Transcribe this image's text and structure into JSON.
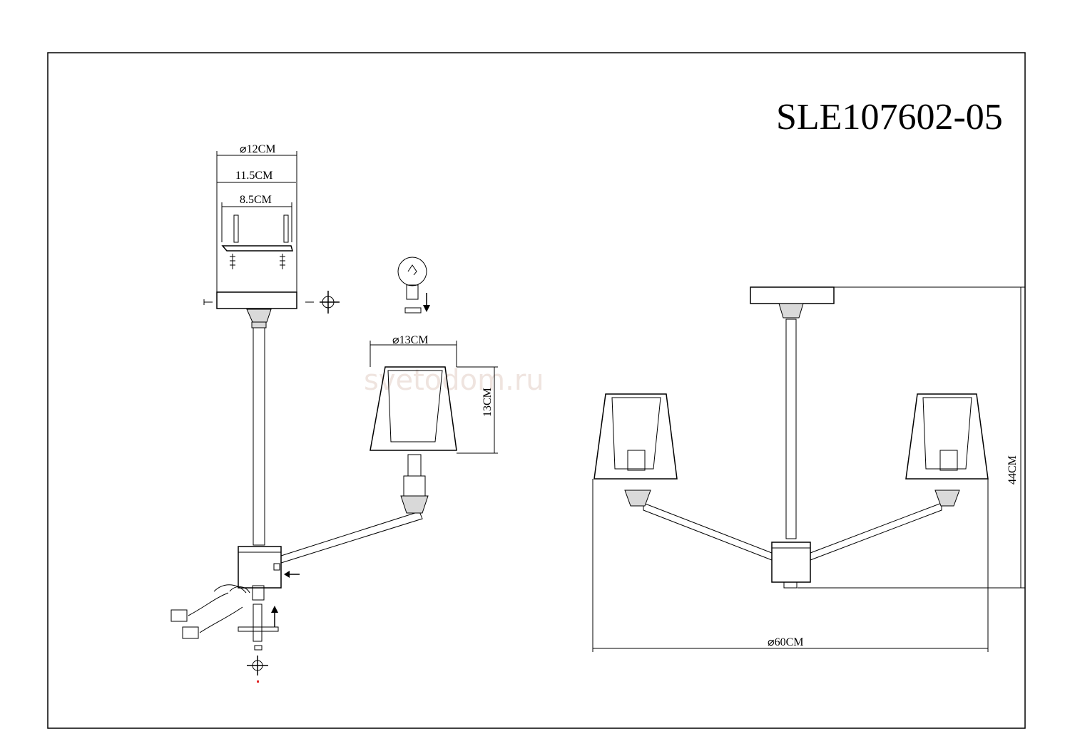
{
  "model": "SLE107602-05",
  "watermark": "svetodom.ru",
  "dimensions": {
    "canopy_diameter": "⌀12CM",
    "canopy_inner": "11.5CM",
    "bracket_holes": "8.5CM",
    "shade_diameter": "⌀13CM",
    "shade_height": "13CM",
    "total_height": "44CM",
    "total_diameter": "⌀60CM"
  }
}
